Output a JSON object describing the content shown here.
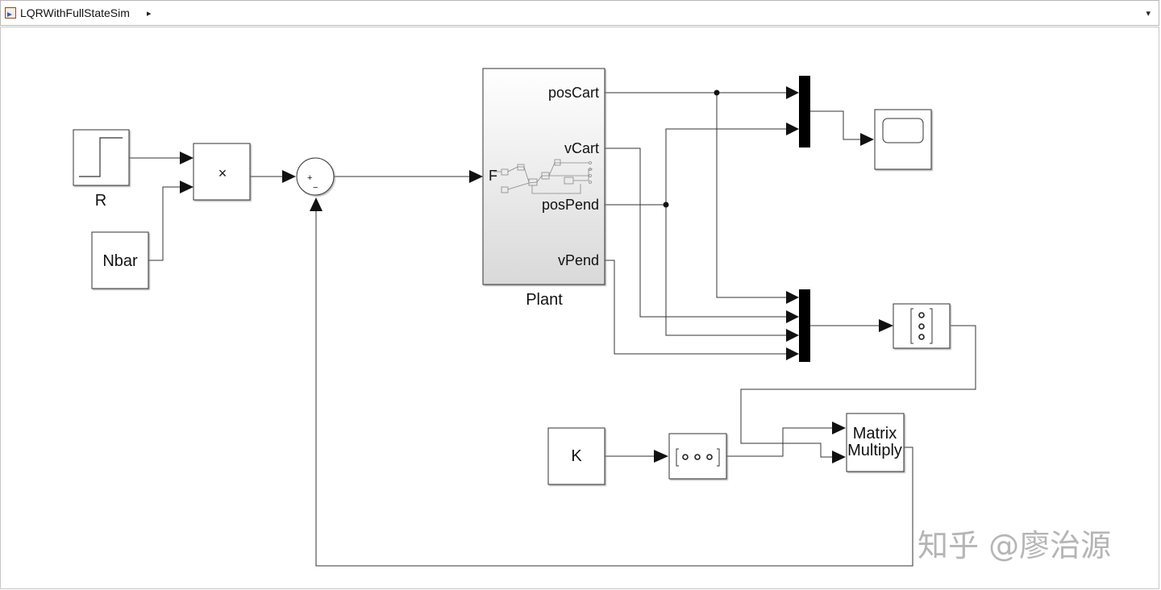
{
  "window": {
    "model_name": "LQRWithFullStateSim",
    "breadcrumb_arrow": "▸",
    "dropdown_arrow": "▾"
  },
  "blocks": {
    "step_label": "R",
    "nbar_label": "Nbar",
    "product_symbol": "×",
    "sum_plus": "+",
    "sum_minus": "−",
    "plant_name": "Plant",
    "plant_input": "F",
    "plant_outputs": [
      "posCart",
      "vCart",
      "posPend",
      "vPend"
    ],
    "gain_label": "K",
    "matmul_line1": "Matrix",
    "matmul_line2": "Multiply"
  },
  "watermark": "知乎 @廖治源"
}
